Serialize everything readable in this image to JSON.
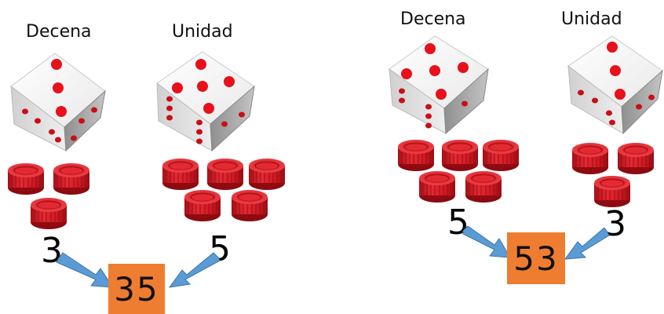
{
  "colors": {
    "result_box": "#ee7d31",
    "arrow": "#5b9bd5",
    "pip": "#e8101a",
    "cap": "#e1242d"
  },
  "left_example": {
    "tens_label": "Decena",
    "units_label": "Unidad",
    "tens_digit": "3",
    "units_digit": "5",
    "result": "35",
    "tens_caps": 3,
    "units_caps": 5
  },
  "right_example": {
    "tens_label": "Decena",
    "units_label": "Unidad",
    "tens_digit": "5",
    "units_digit": "3",
    "result": "53",
    "tens_caps": 5,
    "units_caps": 3
  }
}
